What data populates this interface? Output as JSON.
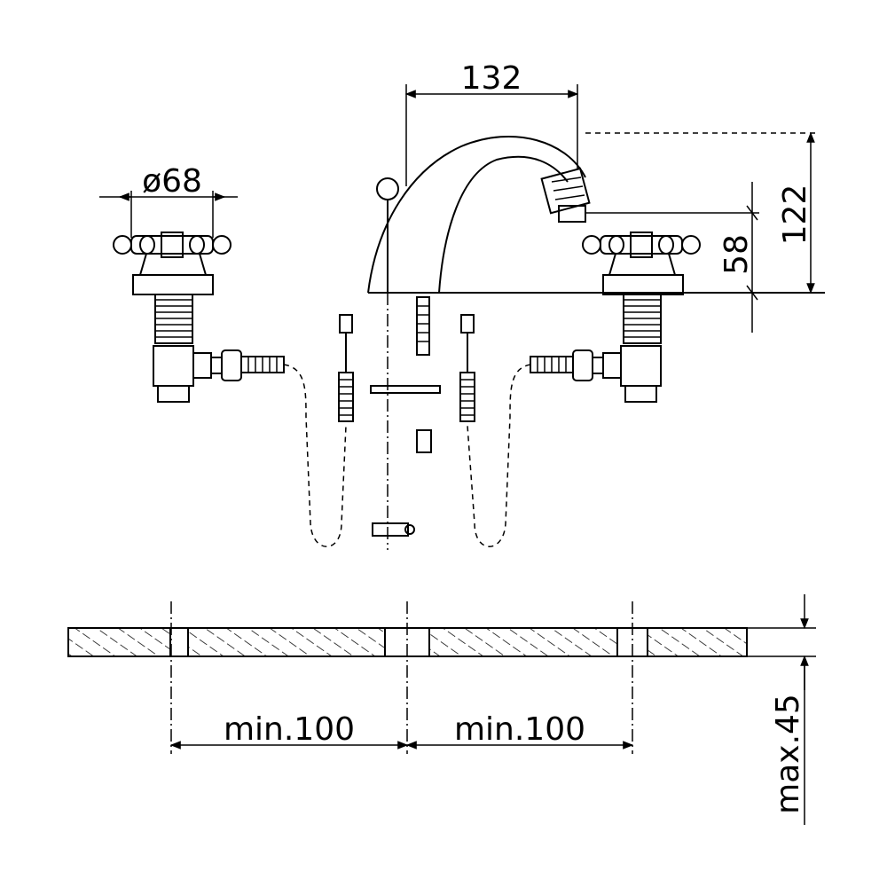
{
  "dimensions": {
    "spout_reach": "132",
    "handle_diameter": "ø68",
    "total_height": "122",
    "spout_height": "58",
    "spacing_left": "min.100",
    "spacing_right": "min.100",
    "deck_thickness": "max.45"
  },
  "colors": {
    "line": "#000000",
    "background": "#ffffff"
  }
}
